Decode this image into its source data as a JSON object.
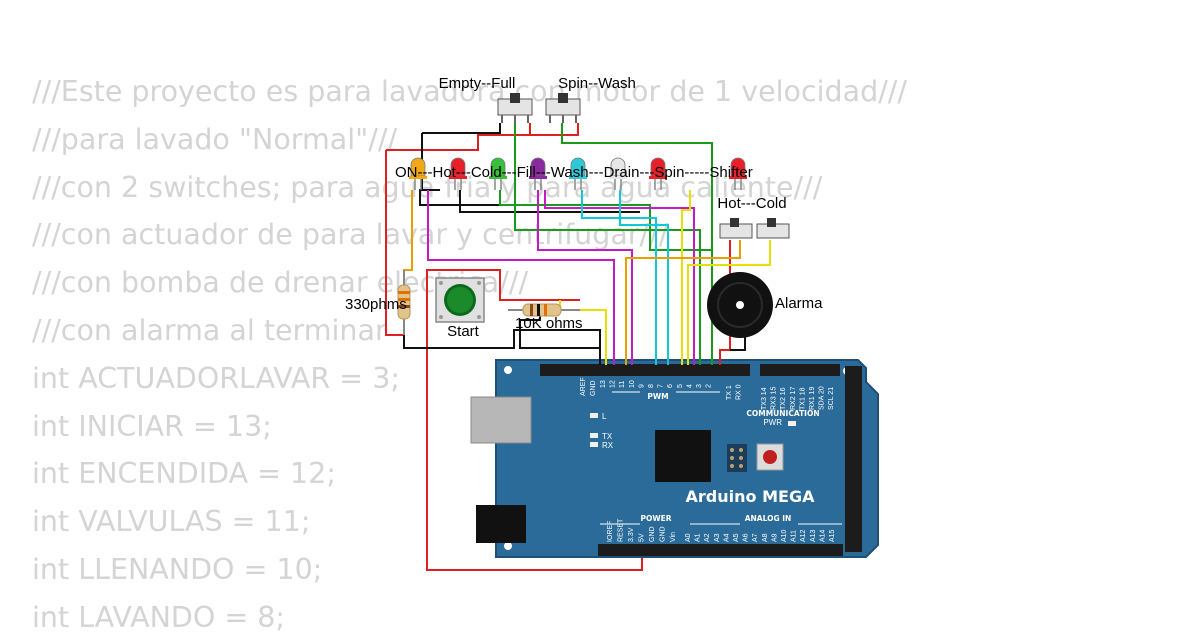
{
  "code_lines": [
    "///Este proyecto es para lavadora con motor de 1 velocidad///",
    "///para lavado \"Normal\"///",
    "///con 2 switches; para agua fria y para agua caliente///",
    "///con actuador de para lavar y centrifugar///",
    "///con bomba de drenar electrica///",
    "///con alarma al terminar",
    "int ACTUADORLAVAR = 3;",
    "int INICIAR = 13;",
    "int ENCENDIDA = 12;",
    "int VALVULAS = 11;",
    "int LLENANDO = 10;",
    "int LAVANDO = 8;"
  ],
  "labels": {
    "switch_empty_full": "Empty--Full",
    "switch_spin_wash": "Spin--Wash",
    "led_strip": "ON---Hot---Cold---Fill---Wash---Drain---Spin-----Shifter",
    "switch_hot_cold": "Hot---Cold",
    "resistor_330": "330phms",
    "start_button": "Start",
    "resistor_10k": "10K ohms",
    "buzzer": "Alarma"
  },
  "board": {
    "name": "Arduino MEGA",
    "pwm": "PWM",
    "communication": "COMMUNICATION",
    "power": "POWER",
    "analog_in": "ANALOG IN",
    "pwr_led": "PWR",
    "led_l": "L",
    "led_tx": "TX",
    "led_rx": "RX",
    "aref": "AREF",
    "gnd": "GND",
    "digital_pins": [
      "13",
      "12",
      "11",
      "10",
      "9",
      "8",
      "7",
      "6",
      "5",
      "4",
      "3",
      "2"
    ],
    "txrx_pins": [
      "TX 1",
      "RX 0"
    ],
    "comm_pins": [
      "TX3 14",
      "RX3 15",
      "TX2 16",
      "RX2 17",
      "TX1 18",
      "RX1 19",
      "SDA 20",
      "SCL 21"
    ],
    "power_pins": [
      "IOREF",
      "RESET",
      "3.3V",
      "5V",
      "GND",
      "GND",
      "Vin"
    ],
    "analog_pins": [
      "A0",
      "A1",
      "A2",
      "A3",
      "A4",
      "A5",
      "A6",
      "A7",
      "A8",
      "A9",
      "A10",
      "A11",
      "A12",
      "A13",
      "A14",
      "A15"
    ]
  },
  "leds": [
    {
      "color": "#f0a818"
    },
    {
      "color": "#e8202a"
    },
    {
      "color": "#38c038"
    },
    {
      "color": "#8a2a9e"
    },
    {
      "color": "#2ec8d8"
    },
    {
      "color": "#e6e6e6"
    },
    {
      "color": "#e8202a"
    },
    {
      "color": "#e8202a"
    }
  ],
  "colors": {
    "board": "#2a6b9a",
    "board_dark": "#1f4f75",
    "wire_red": "#e02020",
    "wire_black": "#111111",
    "wire_green": "#1c9a1c",
    "wire_purple": "#c41cc4",
    "wire_cyan": "#10c8d8",
    "wire_yellow": "#e8e000",
    "wire_orange": "#e8a000",
    "button_green": "#1a8a2a",
    "code_text": "#d4d4d4"
  }
}
